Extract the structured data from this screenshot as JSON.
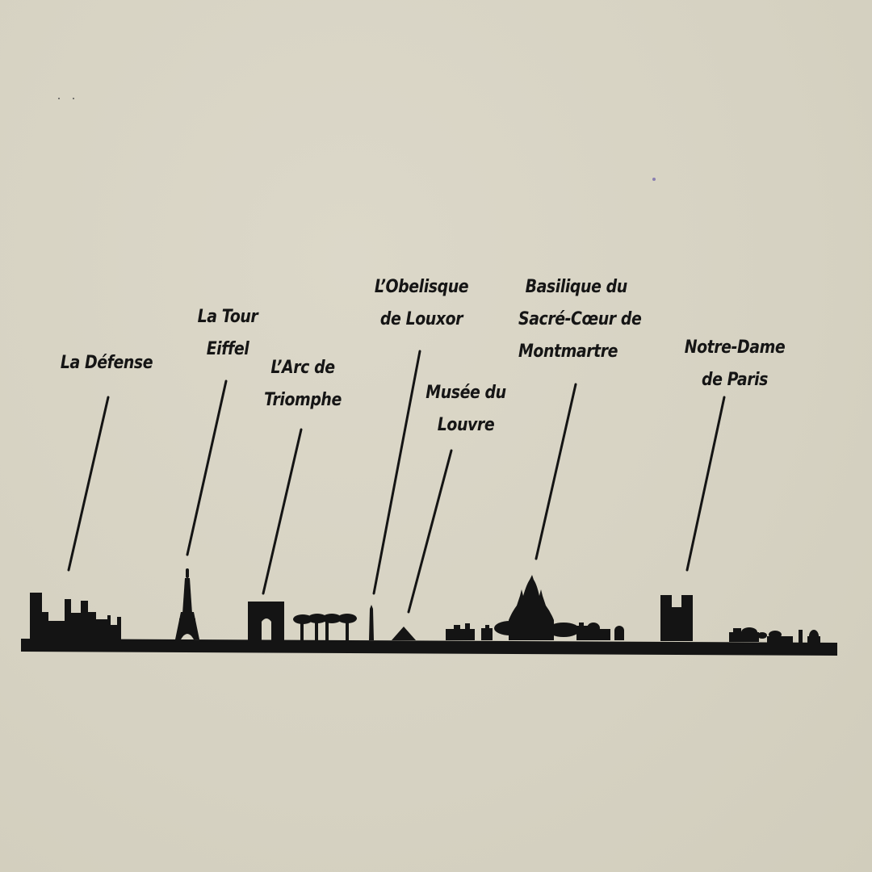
{
  "background_color": "#d9d5c6",
  "silhouette_color": "#141414",
  "landmarks": [
    {
      "id": "la-defense",
      "lines": [
        "La Défense"
      ]
    },
    {
      "id": "tour-eiffel",
      "lines": [
        "La Tour",
        "Eiffel"
      ]
    },
    {
      "id": "arc-de-triomphe",
      "lines": [
        "L’Arc de",
        "Triomphe"
      ]
    },
    {
      "id": "obelisque",
      "lines": [
        "L’Obelisque",
        "de Louxor"
      ]
    },
    {
      "id": "louvre",
      "lines": [
        "Musée du",
        "Louvre"
      ]
    },
    {
      "id": "sacre-coeur",
      "lines": [
        "Basilique du",
        "Sacré-Cœur de",
        "Montmartre"
      ]
    },
    {
      "id": "notre-dame",
      "lines": [
        "Notre-Dame",
        "de Paris"
      ]
    }
  ]
}
